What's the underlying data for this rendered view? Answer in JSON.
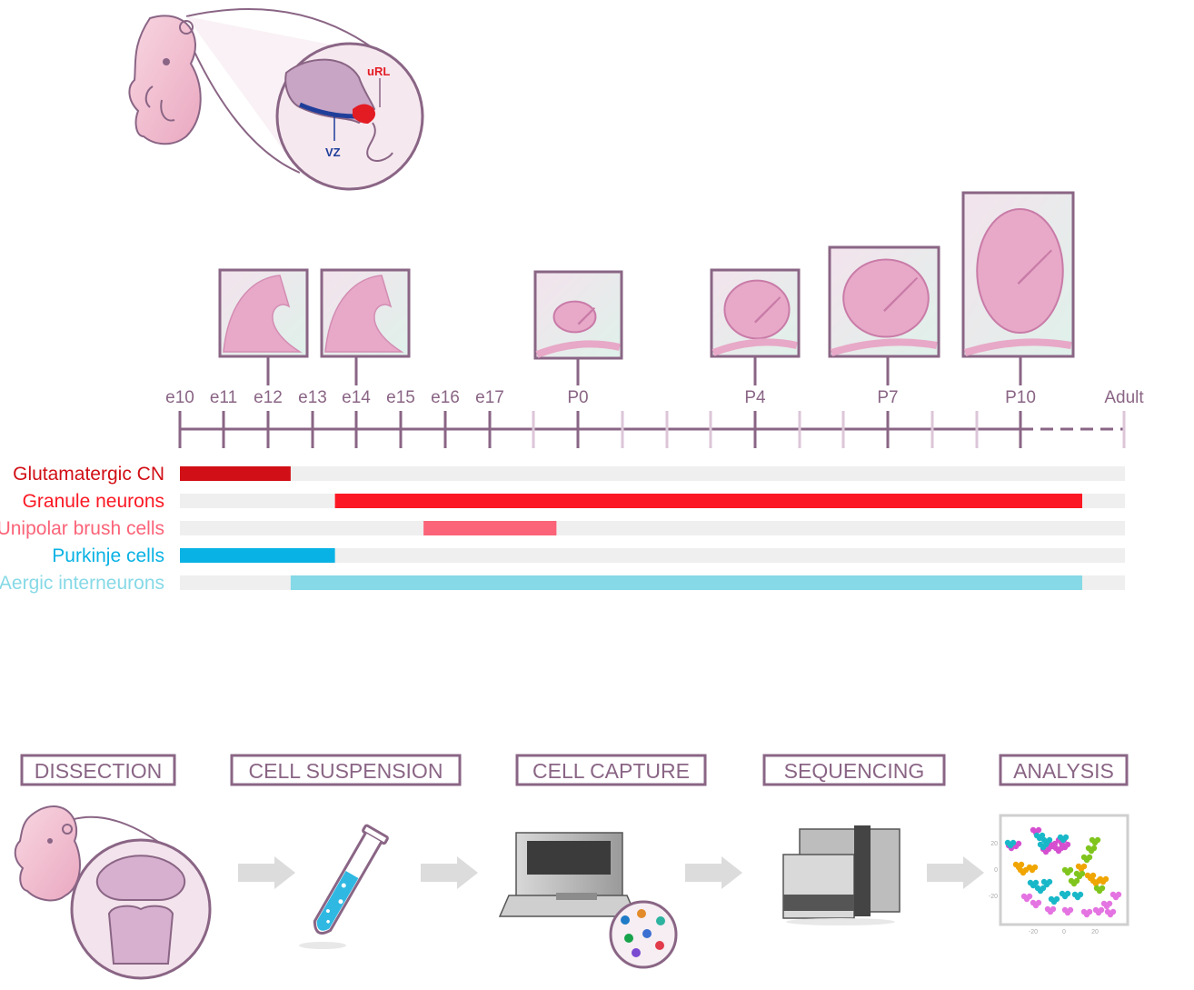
{
  "embryo_inset": {
    "label_url": "uRL",
    "label_vz": "VZ"
  },
  "timeline": {
    "ticks": [
      "e10",
      "e11",
      "e12",
      "e13",
      "e14",
      "e15",
      "e16",
      "e17",
      "P0",
      "P4",
      "P7",
      "P10",
      "Adult"
    ],
    "section_images_at": [
      "e12",
      "e14",
      "P0",
      "P4",
      "P7",
      "P10"
    ]
  },
  "cell_types": [
    {
      "name": "Glutamatergic CN",
      "color": "#d10f16",
      "start": "e10",
      "end": "e12.5"
    },
    {
      "name": "Granule neurons",
      "color": "#fb1824",
      "start": "e13.5",
      "end": "P10+"
    },
    {
      "name": "Unipolar brush cells",
      "color": "#fb6378",
      "start": "e15.5",
      "end": "e18.5"
    },
    {
      "name": "Purkinje cells",
      "color": "#09b2e4",
      "start": "e10",
      "end": "e13.5"
    },
    {
      "name": "GABAergic interneurons",
      "color": "#86d9e6",
      "start": "e12.5",
      "end": "P10+"
    }
  ],
  "workflow": {
    "steps": [
      "DISSECTION",
      "CELL SUSPENSION",
      "CELL CAPTURE",
      "SEQUENCING",
      "ANALYSIS"
    ],
    "plot_ticks_y": [
      "20",
      "0",
      "-20"
    ],
    "plot_ticks_x": [
      "-20",
      "0",
      "20"
    ]
  },
  "colors": {
    "frame": "#8a6585",
    "tissue": "#e9b7cf",
    "track": "#efefef"
  }
}
